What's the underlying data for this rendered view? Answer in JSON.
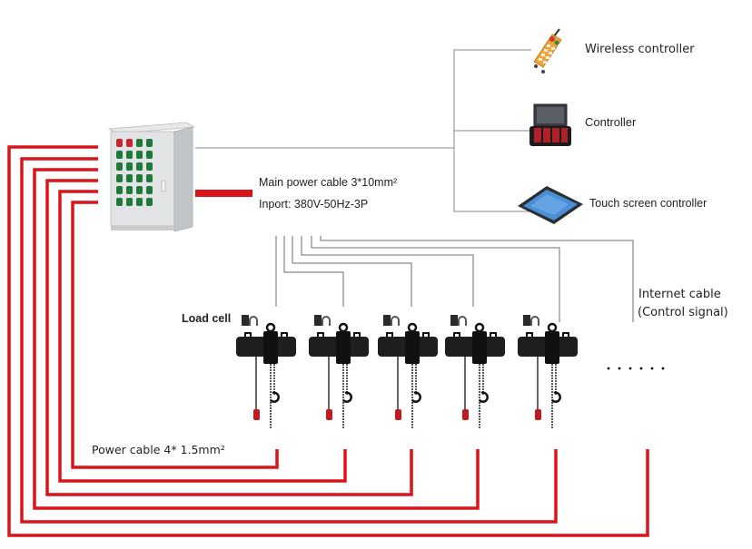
{
  "colors": {
    "power_cable": "#d9141b",
    "control_cable": "#8a8a8a",
    "cabinet_body": "#d6d8da",
    "button_green": "#1f7a3a",
    "button_red": "#c4262b",
    "hoist_body": "#1e1e1e",
    "pendant_red": "#c01b22",
    "remote_orange": "#f2a33a",
    "tablet_screen": "#4a8fd6"
  },
  "main_power": {
    "label_line1": "Main power cable 3*10mm²",
    "label_line2": "Inport: 380V-50Hz-3P"
  },
  "controllers": [
    {
      "label": "Wireless controller",
      "icon": "wireless-remote-icon"
    },
    {
      "label": "Controller",
      "icon": "controller-case-icon"
    },
    {
      "label": "Touch screen controller",
      "icon": "tablet-icon"
    }
  ],
  "internet_cable": {
    "label_line1": "Internet cable",
    "label_line2": "(Control signal)"
  },
  "load_cell_label": "Load cell",
  "power_cable_label": "Power cable 4* 1.5mm²",
  "hoist_count_shown": 5,
  "continuation": "· · · · · ·"
}
